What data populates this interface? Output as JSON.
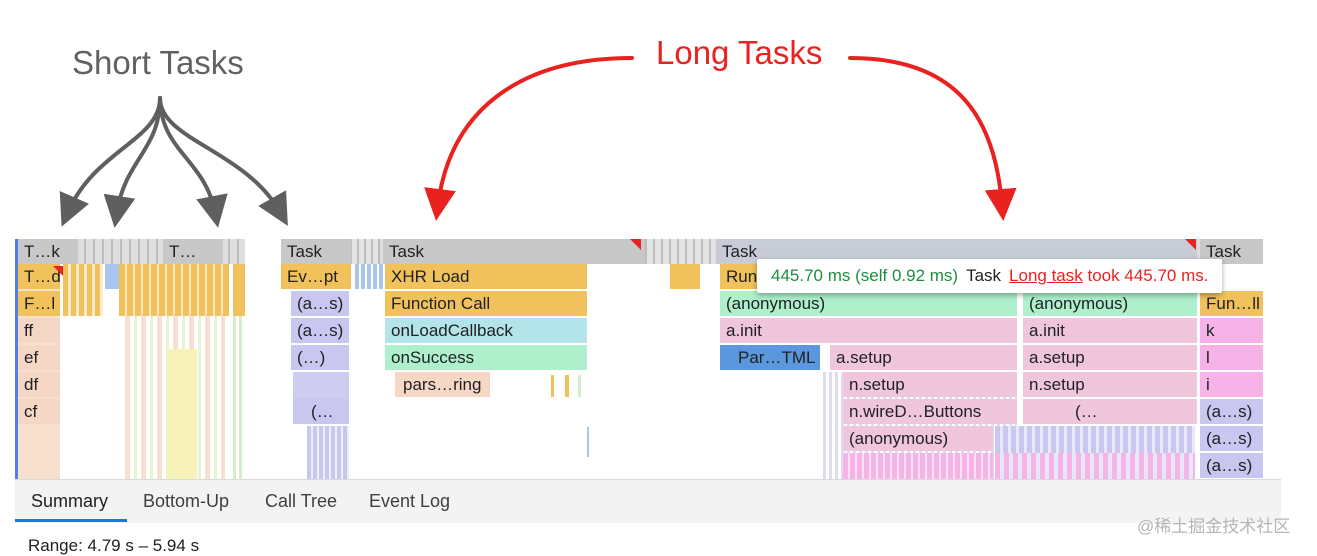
{
  "annotations": {
    "short_tasks": "Short Tasks",
    "long_tasks": "Long Tasks",
    "short_color": "#616161",
    "long_color": "#e8221f"
  },
  "flame_chart": {
    "task_labels": [
      "T…k",
      "T…",
      "Task",
      "Task",
      "Task",
      "Task"
    ],
    "left_column": [
      "T…d",
      "F…l",
      "ff",
      "ef",
      "df",
      "cf"
    ],
    "short_task_column": [
      "Ev…pt",
      "(a…s)",
      "(a…s)",
      "(…)",
      "(…"
    ],
    "long_task_1": [
      "XHR Load",
      "Function Call",
      "onLoadCallback",
      "onSuccess",
      "pars…ring"
    ],
    "long_task_2": {
      "run": "Run",
      "anonymous_1": "(anonymous)",
      "a_init_1": "a.init",
      "par_tml": "Par…TML",
      "a_setup_1": "a.setup",
      "n_setup_1": "n.setup",
      "n_wire": "n.wireD…Buttons",
      "anonymous_3": "(anonymous)",
      "anonymous_2": "(anonymous)",
      "a_init_2": "a.init",
      "a_setup_2": "a.setup",
      "n_setup_2": "n.setup",
      "ellipsis": "(…"
    },
    "right_column": [
      "Fun…ll",
      "k",
      "l",
      "i",
      "(a…s)",
      "(a…s)",
      "(a…s)"
    ]
  },
  "tooltip": {
    "time": "445.70 ms (self 0.92 ms)",
    "name": "Task",
    "link": "Long task",
    "rest": " took 445.70 ms."
  },
  "tabs": [
    "Summary",
    "Bottom-Up",
    "Call Tree",
    "Event Log"
  ],
  "range": "Range: 4.79 s – 5.94 s",
  "watermark": "@稀土掘金技术社区"
}
